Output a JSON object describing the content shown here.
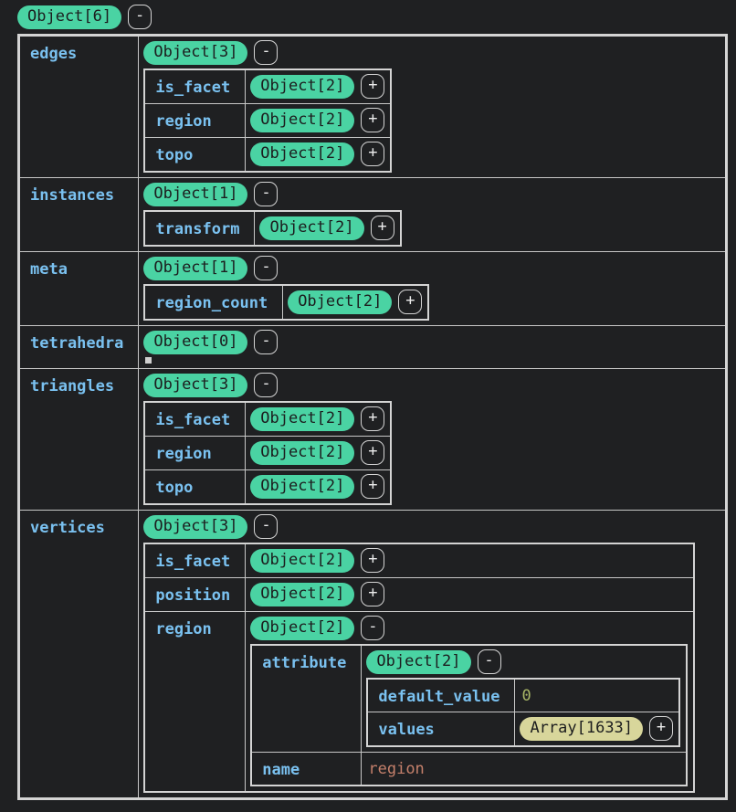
{
  "colors": {
    "background": "#1f2022",
    "object_pill": "#4ad3a3",
    "array_pill": "#d8d69b",
    "key_text": "#7ac1f0",
    "number_value": "#a8b666",
    "string_value": "#c5806b",
    "table_border": "#d4d4d4"
  },
  "tree": {
    "type": "object",
    "label": "Object[6]",
    "toggle": "-",
    "children": [
      {
        "key": "edges",
        "type": "object",
        "label": "Object[3]",
        "toggle": "-",
        "children": [
          {
            "key": "is_facet",
            "type": "object",
            "label": "Object[2]",
            "toggle": "+"
          },
          {
            "key": "region",
            "type": "object",
            "label": "Object[2]",
            "toggle": "+"
          },
          {
            "key": "topo",
            "type": "object",
            "label": "Object[2]",
            "toggle": "+"
          }
        ]
      },
      {
        "key": "instances",
        "type": "object",
        "label": "Object[1]",
        "toggle": "-",
        "children": [
          {
            "key": "transform",
            "type": "object",
            "label": "Object[2]",
            "toggle": "+"
          }
        ]
      },
      {
        "key": "meta",
        "type": "object",
        "label": "Object[1]",
        "toggle": "-",
        "children": [
          {
            "key": "region_count",
            "type": "object",
            "label": "Object[2]",
            "toggle": "+"
          }
        ]
      },
      {
        "key": "tetrahedra",
        "type": "object",
        "label": "Object[0]",
        "toggle": "-",
        "children": []
      },
      {
        "key": "triangles",
        "type": "object",
        "label": "Object[3]",
        "toggle": "-",
        "children": [
          {
            "key": "is_facet",
            "type": "object",
            "label": "Object[2]",
            "toggle": "+"
          },
          {
            "key": "region",
            "type": "object",
            "label": "Object[2]",
            "toggle": "+"
          },
          {
            "key": "topo",
            "type": "object",
            "label": "Object[2]",
            "toggle": "+"
          }
        ]
      },
      {
        "key": "vertices",
        "type": "object",
        "label": "Object[3]",
        "toggle": "-",
        "children": [
          {
            "key": "is_facet",
            "type": "object",
            "label": "Object[2]",
            "toggle": "+"
          },
          {
            "key": "position",
            "type": "object",
            "label": "Object[2]",
            "toggle": "+"
          },
          {
            "key": "region",
            "type": "object",
            "label": "Object[2]",
            "toggle": "-",
            "children": [
              {
                "key": "attribute",
                "type": "object",
                "label": "Object[2]",
                "toggle": "-",
                "children": [
                  {
                    "key": "default_value",
                    "type": "number",
                    "value": "0"
                  },
                  {
                    "key": "values",
                    "type": "array",
                    "label": "Array[1633]",
                    "toggle": "+"
                  }
                ]
              },
              {
                "key": "name",
                "type": "string",
                "value": "region"
              }
            ]
          }
        ]
      }
    ]
  }
}
